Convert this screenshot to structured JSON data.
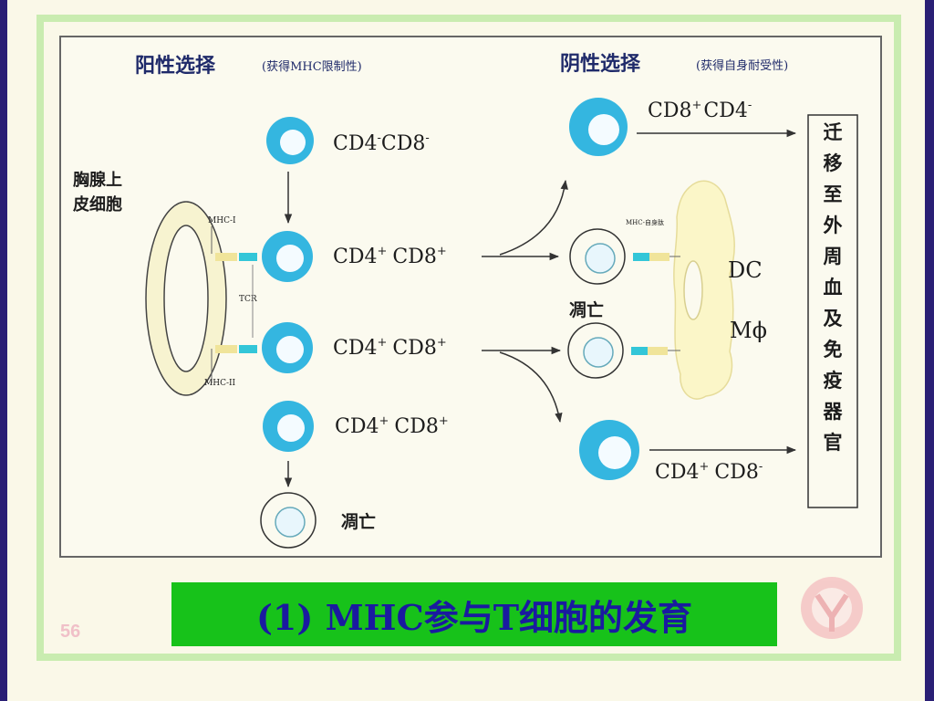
{
  "positive_selection": {
    "title": "阳性选择",
    "subtitle": "(获得MHC限制性)"
  },
  "negative_selection": {
    "title": "阴性选择",
    "subtitle": "(获得自身耐受性)"
  },
  "thymic_cell_label": [
    "胸腺上",
    "皮细胞"
  ],
  "mhc1_label": "MHC-I",
  "mhc2_label": "MHC-II",
  "tcr_label": "TCR",
  "mhc_self_label": "MHC-自身肽",
  "cells": {
    "dn": {
      "cd4": "CD4",
      "sup4": "-",
      "cd8": "CD8",
      "sup8": "-"
    },
    "dp1": {
      "cd4": "CD4",
      "sup4": "+",
      "cd8": "CD8",
      "sup8": "+"
    },
    "dp2": {
      "cd4": "CD4",
      "sup4": "+",
      "cd8": "CD8",
      "sup8": "+"
    },
    "dp3": {
      "cd4": "CD4",
      "sup4": "+",
      "cd8": "CD8",
      "sup8": "+"
    },
    "cd8sp": {
      "cd8": "CD8",
      "sup8": "+",
      "cd4": "CD4",
      "sup4": "-"
    },
    "cd4sp": {
      "cd4": "CD4",
      "sup4": "+",
      "cd8": "CD8",
      "sup8": "-"
    }
  },
  "apoptosis_label": "凋亡",
  "apoptosis_mid_label": "凋亡",
  "dc_label": "DC",
  "mphi_label": "Mϕ",
  "migrate_label": [
    "迁",
    "移",
    "至",
    "外",
    "周",
    "血",
    "及",
    "免",
    "疫",
    "器",
    "官"
  ],
  "page_number": "56",
  "caption": "(1) MHC参与T细胞的发育",
  "colors": {
    "cell_blue": "#34b6e0",
    "caption_bg": "#17c21a",
    "caption_text": "#1a1aa0",
    "mhc_yellow": "#f0e49a",
    "tcr_cyan": "#33c6d8"
  }
}
